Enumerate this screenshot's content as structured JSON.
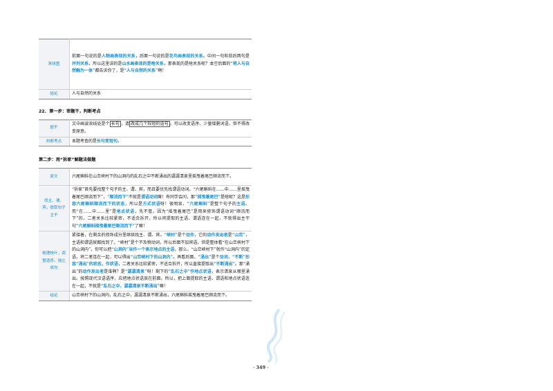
{
  "table1": {
    "rows": [
      {
        "label": "来拼图",
        "segments": [
          {
            "t": "前面一句说的是",
            "s": "n"
          },
          {
            "t": "人物画表现的关系",
            "s": "h"
          },
          {
            "t": "，后面一句说的是",
            "s": "n"
          },
          {
            "t": "花鸟画表现的关系",
            "s": "h"
          },
          {
            "t": "。中间一句和前后两句是",
            "s": "n"
          },
          {
            "t": "并列关系",
            "s": "h"
          },
          {
            "t": "，所以这里讲的是",
            "s": "n"
          },
          {
            "t": "山水画表现的是啥关系",
            "s": "h"
          },
          {
            "t": "，那表现的是啥关系呢？本空后面的",
            "s": "n"
          },
          {
            "t": "“将人与自然融为一体”",
            "s": "h"
          },
          {
            "t": "都告诉你了，是",
            "s": "n"
          },
          {
            "t": "“人与自然的关系”",
            "s": "h"
          },
          {
            "t": "啊！",
            "s": "n"
          }
        ]
      },
      {
        "label": "结论",
        "segments": [
          {
            "t": "人与自然的关系",
            "s": "n"
          }
        ]
      }
    ]
  },
  "q22": {
    "num": "22.",
    "title": "第一步：审题干，判断考点"
  },
  "table2": {
    "rows": [
      {
        "label": "题干",
        "segments": [
          {
            "t": "文中画波浪线处是个",
            "s": "n"
          },
          {
            "t": "长句",
            "s": "b"
          },
          {
            "t": "，请",
            "s": "n"
          },
          {
            "t": "改成几个较短的语句",
            "s": "b"
          },
          {
            "t": "。可以改变语序、少量增删词语，但不得改变原意。",
            "s": "n"
          }
        ]
      },
      {
        "label": "判断考点",
        "segments": [
          {
            "t": "本题考查的是",
            "s": "n"
          },
          {
            "t": "长句变短句",
            "s": "h"
          },
          {
            "t": "。",
            "s": "n"
          }
        ]
      }
    ]
  },
  "step2": {
    "title": "第二步：用“拆家”解题法做题"
  },
  "table3": {
    "rows": [
      {
        "label": "原文",
        "segments": [
          {
            "t": "六尾蝌蚪在山峦峡村下的山洞内的乱石之中不断涌出的潺潺清泉里摇曳着尾巴顺流而下。",
            "s": "n"
          }
        ]
      },
      {
        "label": "找主、谓、宾，提取句子主干",
        "segments": [
          {
            "t": "“拆家”首先要找整个句子的主、谓、宾，而且要优先找谓语动词。“六尾蝌蚪在……中……里摇曳着尾巴顺流而下”，",
            "s": "n"
          },
          {
            "t": "“顺流而下”",
            "s": "h"
          },
          {
            "t": "不就是",
            "s": "n"
          },
          {
            "t": "谓语动词",
            "s": "h"
          },
          {
            "t": "嘛！有同学会问，那",
            "s": "n"
          },
          {
            "t": "“摇曳着尾巴”",
            "s": "h"
          },
          {
            "t": "是啥呢？这是",
            "s": "n"
          },
          {
            "t": "形容六尾蝌蚪顺流而下的状态",
            "s": "h"
          },
          {
            "t": "，所以是",
            "s": "n"
          },
          {
            "t": "方式状语",
            "s": "h"
          },
          {
            "t": "呀！很明显，",
            "s": "n"
          },
          {
            "t": "“六尾蝌蚪”",
            "s": "h"
          },
          {
            "t": "是整个句子的",
            "s": "n"
          },
          {
            "t": "主语",
            "s": "h"
          },
          {
            "t": "。而“在……中……里”是",
            "s": "n"
          },
          {
            "t": "地点状语",
            "s": "h"
          },
          {
            "t": "，先不管。",
            "s": "n"
          },
          {
            "t": "因为“摇曳着尾巴”是用来修饰谓语动词“顺流而下”的，二者关系比较紧密，不适合拆开，所以将提取的主语、谓语连在一起，不就得出主干句",
            "s": "n"
          },
          {
            "t": "“六尾蝌蚪摇曳着尾巴顺流而下”",
            "s": "h"
          },
          {
            "t": "了嘛！",
            "s": "n"
          }
        ]
      },
      {
        "label": "梳理枝叶，调整语序，独立成句",
        "segments": [
          {
            "t": "紧接着，在剩余的修饰成分里继续找主、谓、宾。",
            "s": "n"
          },
          {
            "t": "“峡村”",
            "s": "h"
          },
          {
            "t": "是个",
            "s": "n"
          },
          {
            "t": "动作",
            "s": "h"
          },
          {
            "t": "，它的",
            "s": "n"
          },
          {
            "t": "动作发出者",
            "s": "h"
          },
          {
            "t": "是",
            "s": "n"
          },
          {
            "t": "“山峦”",
            "s": "h"
          },
          {
            "t": "，主语和谓语就都找到了。“峡村”是个不及物动词，所以后面不加宾语。但是整体看“在山峦峡村下的山洞内”，你可以把",
            "s": "n"
          },
          {
            "t": "“山洞内”当作一个表示地点的主语",
            "s": "h"
          },
          {
            "t": "，那么，“山峦峡村下”就作“山洞内”的定语，将二者连在一起，可以得出",
            "s": "n"
          },
          {
            "t": "“山峦峡村下的山洞内”",
            "s": "h"
          },
          {
            "t": "。",
            "s": "n"
          },
          {
            "t": "再看后面，",
            "s": "n"
          },
          {
            "t": "“涌出”",
            "s": "h"
          },
          {
            "t": "是个",
            "s": "n"
          },
          {
            "t": "动词",
            "s": "h"
          },
          {
            "t": "，",
            "s": "n"
          },
          {
            "t": "“不断”",
            "s": "h"
          },
          {
            "t": "形容“涌出”的状态，作状语",
            "s": "h"
          },
          {
            "t": "，二者关系比较紧密，不适合拆开，所以直接提取出",
            "s": "n"
          },
          {
            "t": "“不断涌出”",
            "s": "h"
          },
          {
            "t": "。那“涌出”的",
            "s": "n"
          },
          {
            "t": "动作发出者",
            "s": "h"
          },
          {
            "t": "是谁啊？是",
            "s": "n"
          },
          {
            "t": "“潺潺清泉”",
            "s": "h"
          },
          {
            "t": "呀！剩下的",
            "s": "n"
          },
          {
            "t": "“乱石之中”作地点状语",
            "s": "h"
          },
          {
            "t": "，表示清泉从哪里涌出。按照现代汉语语序，应把地点状语放在前面。所以，把上面提取的主语、谓语和地点状语连在一起，不就是",
            "s": "n"
          },
          {
            "t": "“乱石之中，潺潺清泉不断涌出”",
            "s": "h"
          },
          {
            "t": "嘛！",
            "s": "n"
          }
        ]
      },
      {
        "label": "结论",
        "segments": [
          {
            "t": "山峦峡村下的山洞内，乱石之中，潺潺清泉不断涌出，六尾蝌蚪摇曳着尾巴顺流而下。",
            "s": "n"
          }
        ]
      }
    ]
  },
  "page_number": "· 349 ·"
}
